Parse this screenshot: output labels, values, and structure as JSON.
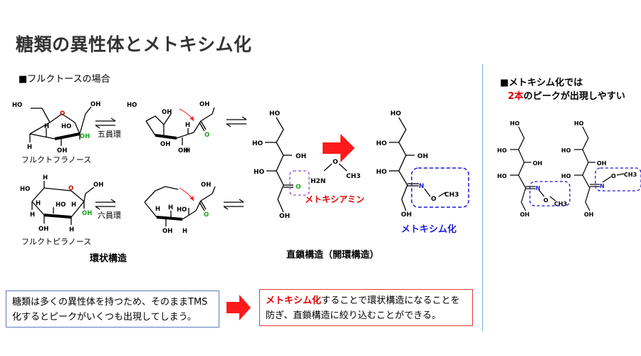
{
  "title": "糖類の異性体とメトキシム化",
  "section_label": "■フルクトースの場合",
  "labels": {
    "furanose_name": "フルクトフラノース",
    "pyranose_name": "フルクトピラノース",
    "five_ring": "五員環",
    "six_ring": "六員環",
    "cyclic_structure": "環状構造",
    "linear_structure": "直鎖構造（開環構造）",
    "methoxyamine": "メトキシアミン",
    "methoximation": "メトキシム化"
  },
  "atoms": {
    "OH": "OH",
    "HO": "HO",
    "H": "H",
    "O": "O",
    "N": "N",
    "H2N": "H2N",
    "CH3": "CH3",
    "CH3sub": "3"
  },
  "side": {
    "heading_prefix": "■メトキシム化では",
    "heading_highlight": "2本",
    "heading_suffix": "のピークが出現しやすい"
  },
  "box_left": {
    "text": "糖類は多くの異性体を持つため、そのままTMS化するとピークがいくつも出現してしまう。"
  },
  "box_right": {
    "highlight": "メトキシム化",
    "text": "することで環状構造になることを防ぎ、直鎖構造に絞り込むことができる。"
  },
  "colors": {
    "accent_red": "#e00000",
    "arrow_red": "#ff1a1a",
    "highlight_blue": "#1c1cd8",
    "purple": "#9a4ec7",
    "green": "#1aa31a",
    "divider": "#6ab7d8",
    "left_box_border": "#5b7bbd",
    "title_gray": "#333333"
  }
}
